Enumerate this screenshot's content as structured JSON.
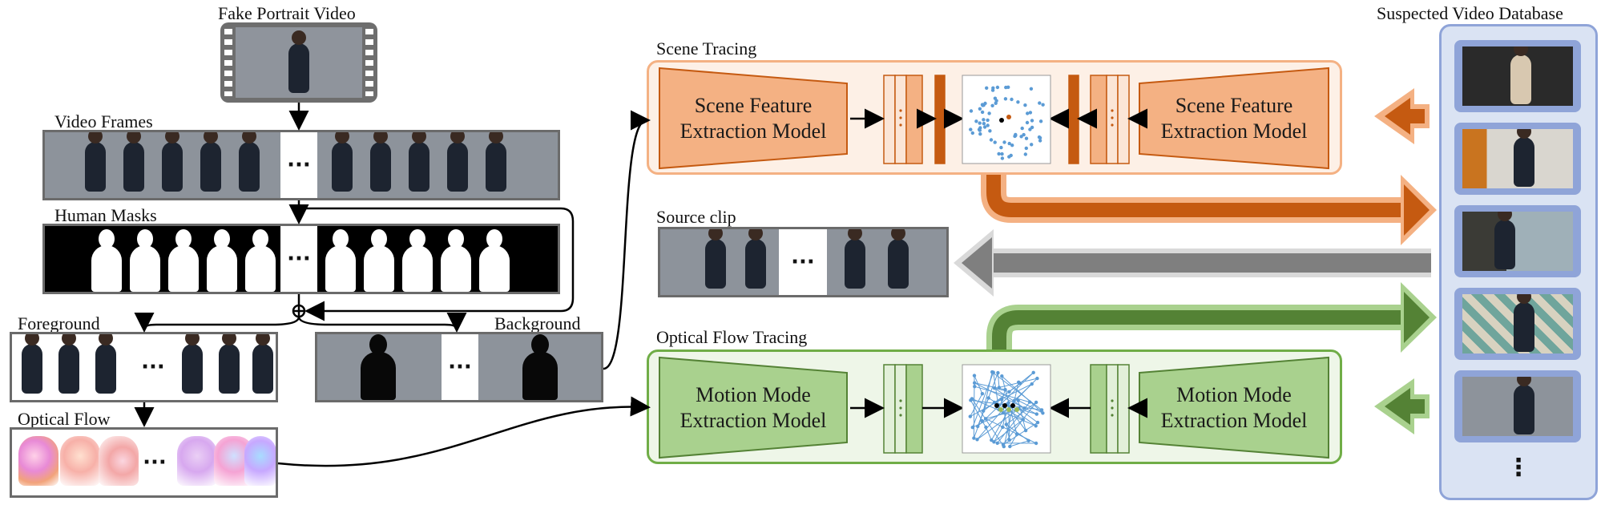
{
  "labels": {
    "fake_video": "Fake Portrait Video",
    "video_frames": "Video Frames",
    "human_masks": "Human Masks",
    "foreground": "Foreground",
    "background": "Background",
    "optical_flow": "Optical Flow",
    "scene_tracing": "Scene Tracing",
    "source_clip": "Source clip",
    "optical_flow_tracing": "Optical Flow Tracing",
    "database": "Suspected Video Database"
  },
  "models": {
    "scene_left_line1": "Scene Feature",
    "scene_left_line2": "Extraction Model",
    "scene_right_line1": "Scene Feature",
    "scene_right_line2": "Extraction Model",
    "motion_left_line1": "Motion Mode",
    "motion_left_line2": "Extraction Model",
    "motion_right_line1": "Motion Mode",
    "motion_right_line2": "Extraction Model"
  },
  "ellipsis": {
    "frames": "···",
    "masks": "···",
    "foreground": "···",
    "background": "···",
    "flow": "···",
    "source": "···",
    "database": "⋮"
  },
  "colors": {
    "scene_fill": "#f4b183",
    "scene_panel_bg": "#fdf0e6",
    "scene_dark": "#c55a11",
    "motion_fill": "#a9d18e",
    "motion_panel_bg": "#eef6e8",
    "motion_dark": "#548235",
    "gray_arrow": "#7f7f7f",
    "db_bg": "#dae3f3",
    "db_border": "#8fa4d8",
    "points": "#5b9bd5"
  }
}
